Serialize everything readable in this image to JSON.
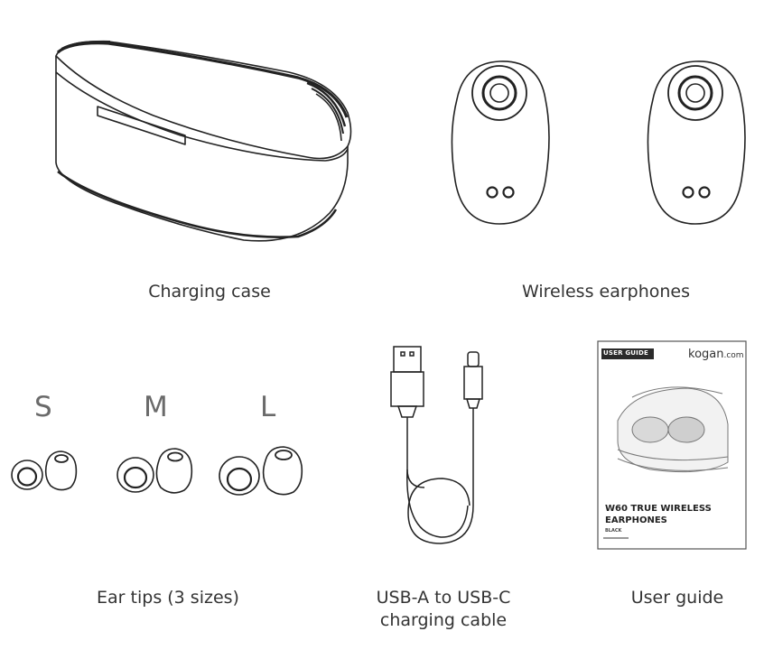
{
  "captions": {
    "charging_case": "Charging case",
    "wireless_earphones": "Wireless earphones",
    "ear_tips": "Ear tips (3 sizes)",
    "cable_line1": "USB-A to USB-C",
    "cable_line2": "charging cable",
    "user_guide": "User guide"
  },
  "ear_tip_sizes": [
    "S",
    "M",
    "L"
  ],
  "guide": {
    "tag": "USER GUIDE",
    "brand": "kogan",
    "brand_suffix": ".com",
    "title_line1": "W60 TRUE WIRELESS",
    "title_line2": "EARPHONES",
    "subtitle": "BLACK"
  }
}
